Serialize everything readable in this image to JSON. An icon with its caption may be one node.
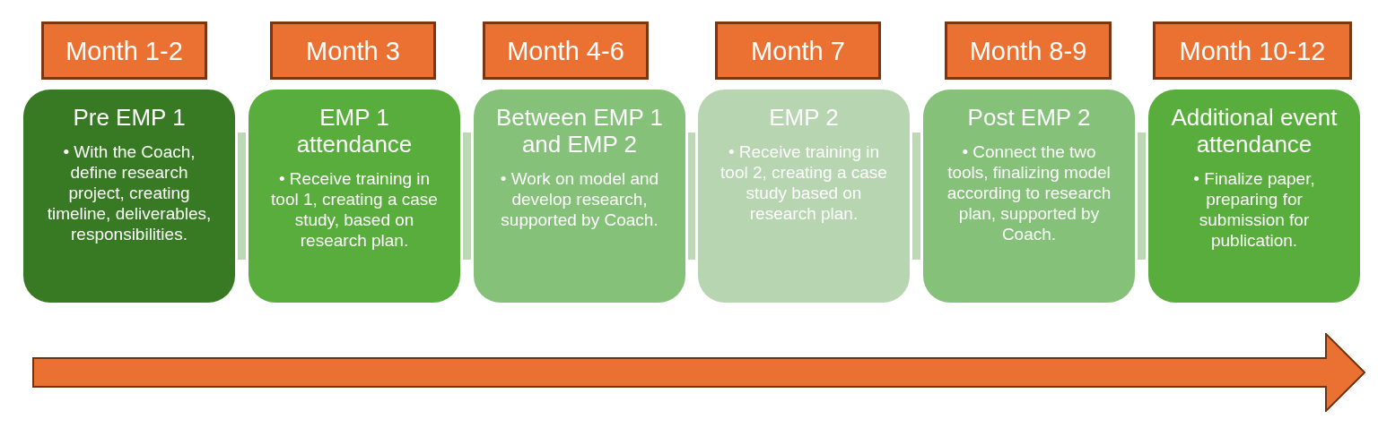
{
  "diagram": {
    "nodes": [
      {
        "text": [
          "Month 1-2"
        ]
      },
      {
        "text": [
          "Month 3"
        ]
      },
      {
        "text": [
          "Month 4-6"
        ]
      },
      {
        "text": [
          "Month 7"
        ]
      },
      {
        "text": [
          "Month 8-9"
        ]
      },
      {
        "text": [
          "Month 10-12"
        ]
      },
      {
        "text": [
          "Pre EMP 1",
          "• With the Coach, define research project, creating timeline, deliverables, responsibilities."
        ]
      },
      {
        "text": [
          "EMP 1 attendance",
          "• Receive training in tool 1, creating a case study, based on research plan."
        ]
      },
      {
        "text": [
          "Between EMP 1 and EMP 2",
          "• Work on model and develop research, supported by Coach."
        ]
      },
      {
        "text": [
          "EMP 2",
          "• Receive training in tool 2, creating a case study based on research plan."
        ]
      },
      {
        "text": [
          "Post EMP 2",
          "• Connect the two tools, finalizing model according to research plan, supported by Coach."
        ]
      },
      {
        "text": [
          "Additional event attendance",
          "• Finalize paper, preparing for submission for publication."
        ]
      }
    ],
    "edges": [
      {
        "from": 6,
        "to": 7,
        "arrow": "none"
      },
      {
        "from": 7,
        "to": 8,
        "arrow": "none"
      },
      {
        "from": 8,
        "to": 9,
        "arrow": "none"
      },
      {
        "from": 9,
        "to": 10,
        "arrow": "none"
      },
      {
        "from": 10,
        "to": 11,
        "arrow": "none"
      }
    ]
  }
}
